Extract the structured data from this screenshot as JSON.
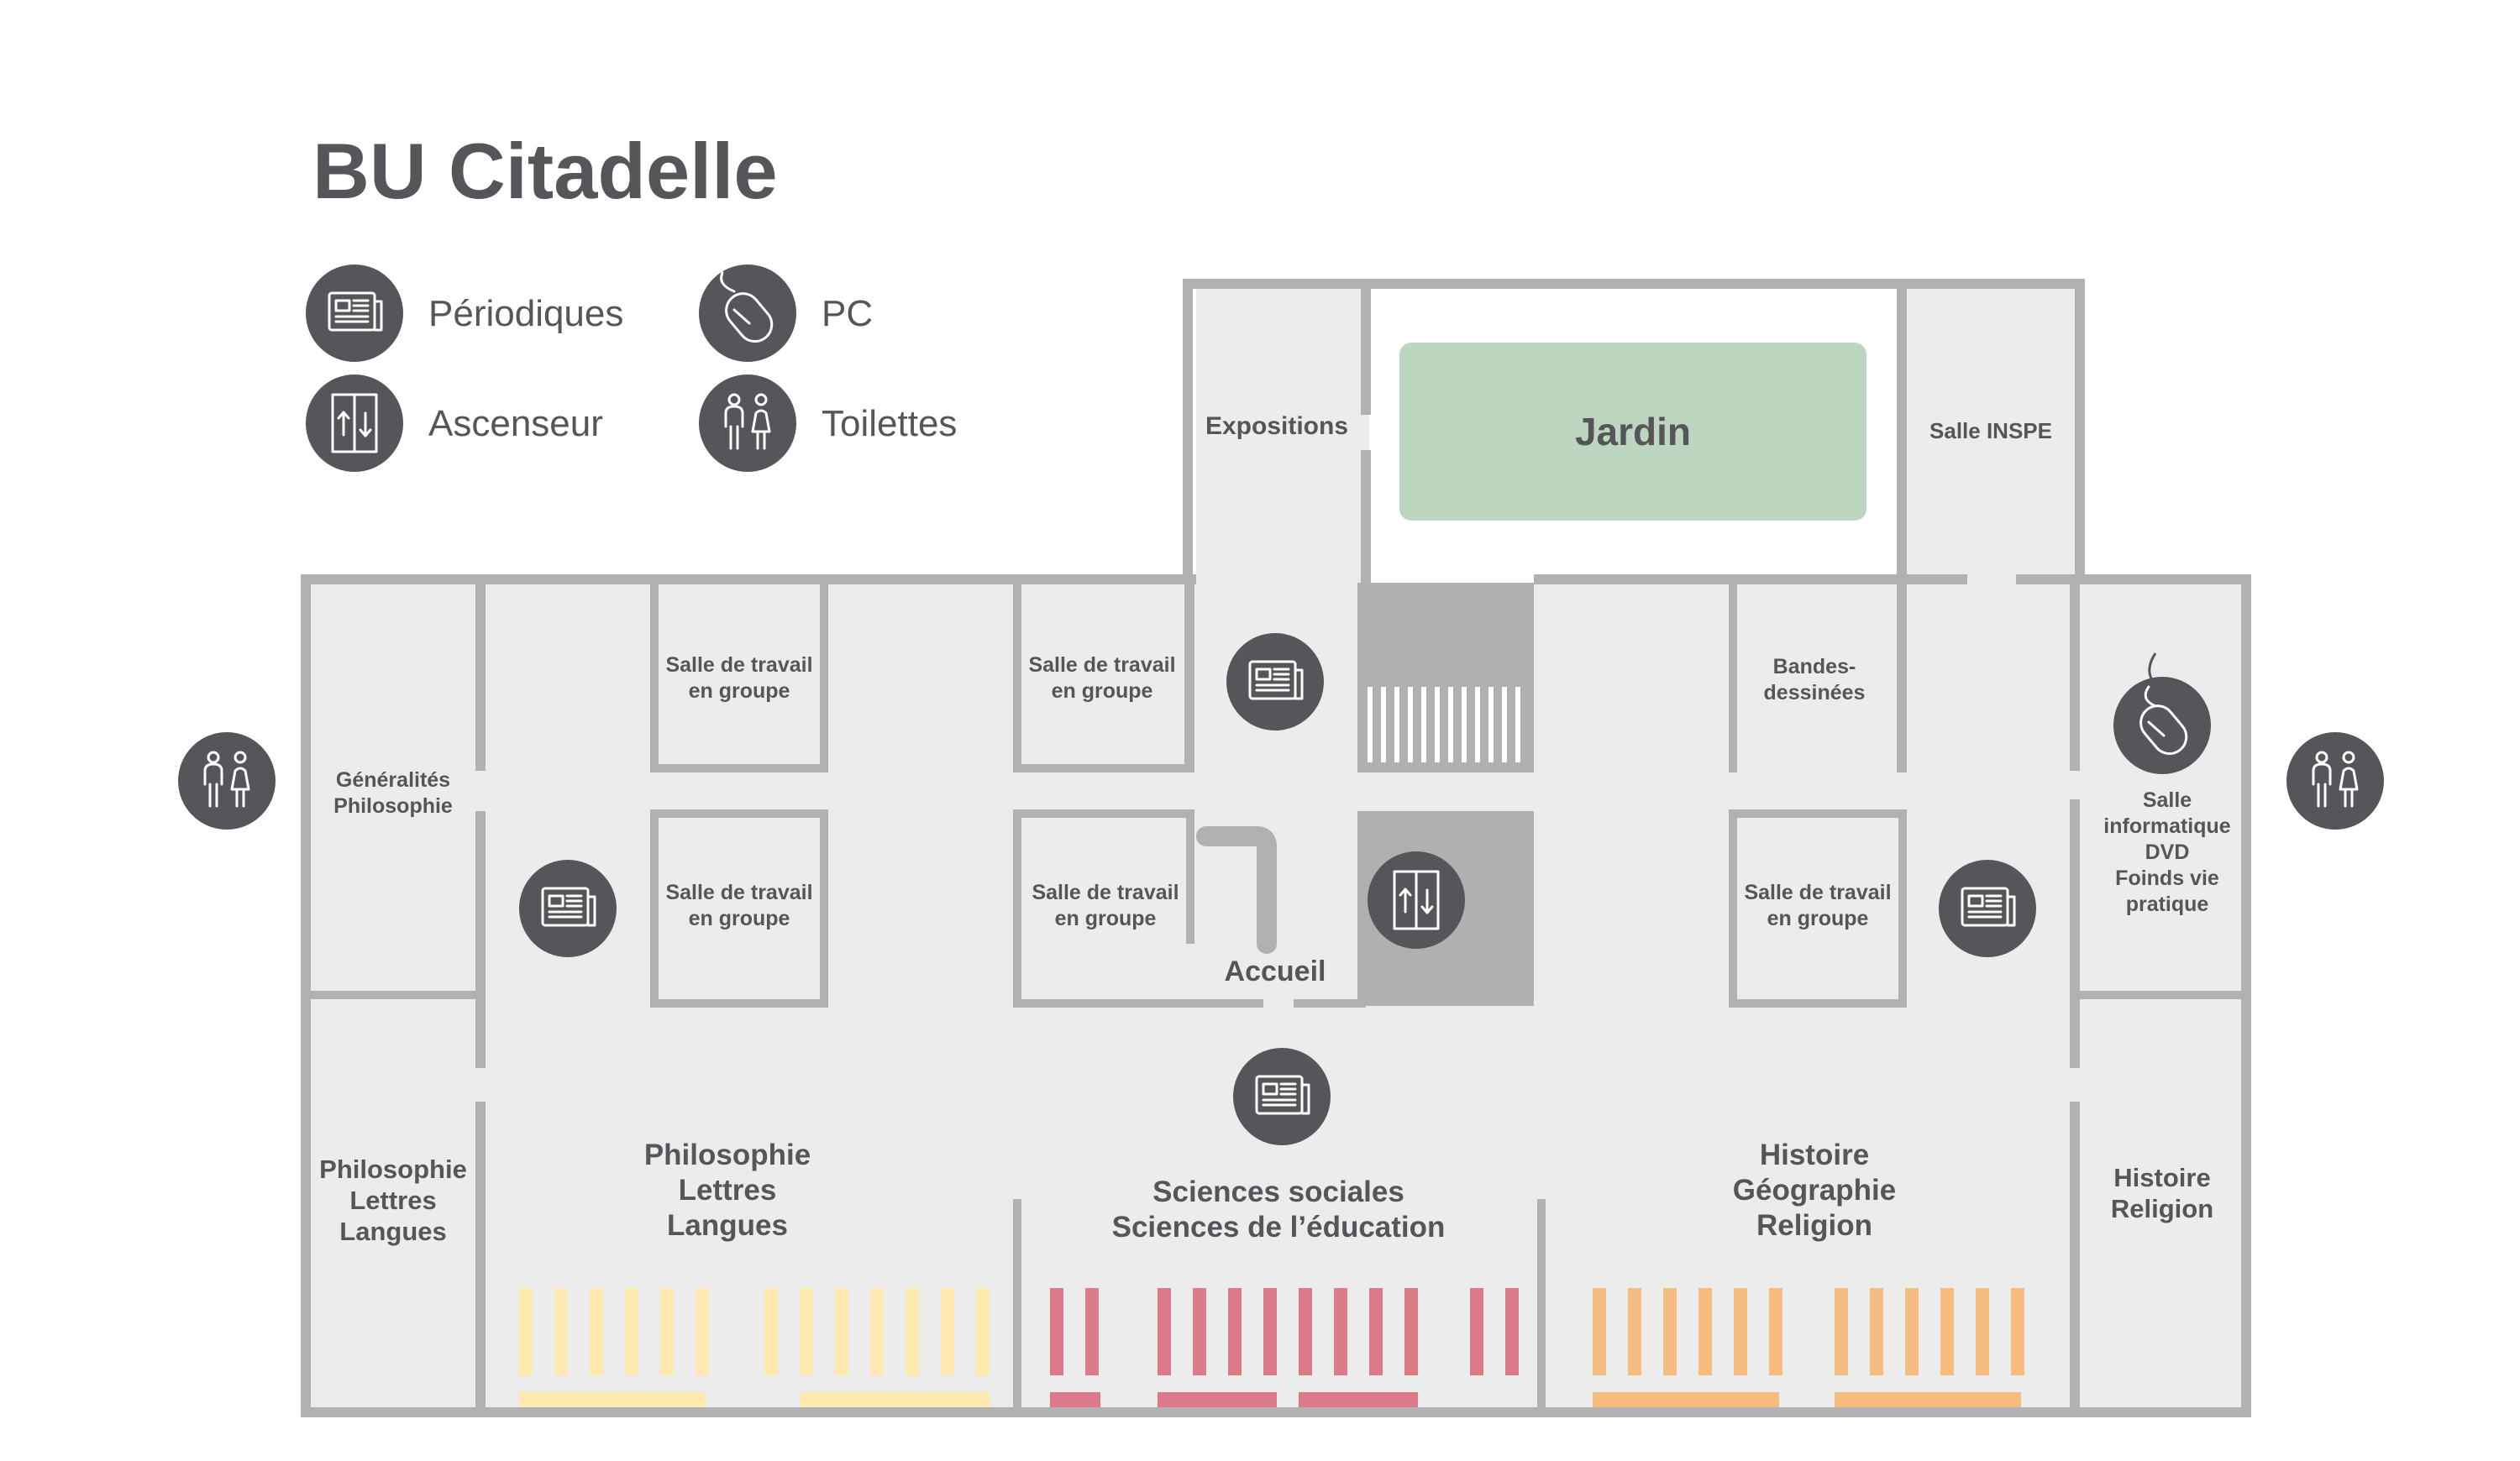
{
  "title": "BU Citadelle",
  "legend": {
    "periodiques": "Périodiques",
    "ascenseur": "Ascenseur",
    "pc": "PC",
    "toilettes": "Toilettes"
  },
  "rooms": {
    "expositions": "Expositions",
    "jardin": "Jardin",
    "salle_inspe": "Salle INSPE",
    "group1": [
      "Salle de travail",
      "en groupe"
    ],
    "group2": [
      "Salle de travail",
      "en groupe"
    ],
    "group3": [
      "Salle de travail",
      "en groupe"
    ],
    "group4": [
      "Salle de travail",
      "en groupe"
    ],
    "group5": [
      "Salle de travail",
      "en groupe"
    ],
    "bd": [
      "Bandes-",
      "dessinées"
    ],
    "generalites": [
      "Généralités",
      "Philosophie"
    ],
    "salle_info": [
      "Salle",
      "informatique",
      "DVD",
      "Foinds vie",
      "pratique"
    ],
    "accueil": "Accueil",
    "phil_small": [
      "Philosophie",
      "Lettres",
      "Langues"
    ],
    "phil_big": [
      "Philosophie",
      "Lettres",
      "Langues"
    ],
    "sciences": [
      "Sciences sociales",
      "Sciences de l’éducation"
    ],
    "histoire_geo": [
      "Histoire",
      "Géographie",
      "Religion"
    ],
    "histoire_rel": [
      "Histoire",
      "Religion"
    ]
  },
  "colors": {
    "text": "#56555a",
    "icon_bg": "#56555a",
    "wall": "#b1b1b3",
    "floor": "#ececed",
    "jardin": "#bdd6bf",
    "stairs": "#b0b0b1",
    "shelf_yellow": "#fee9b0",
    "shelf_red": "#db7a89",
    "shelf_orange": "#f4bc7e"
  }
}
